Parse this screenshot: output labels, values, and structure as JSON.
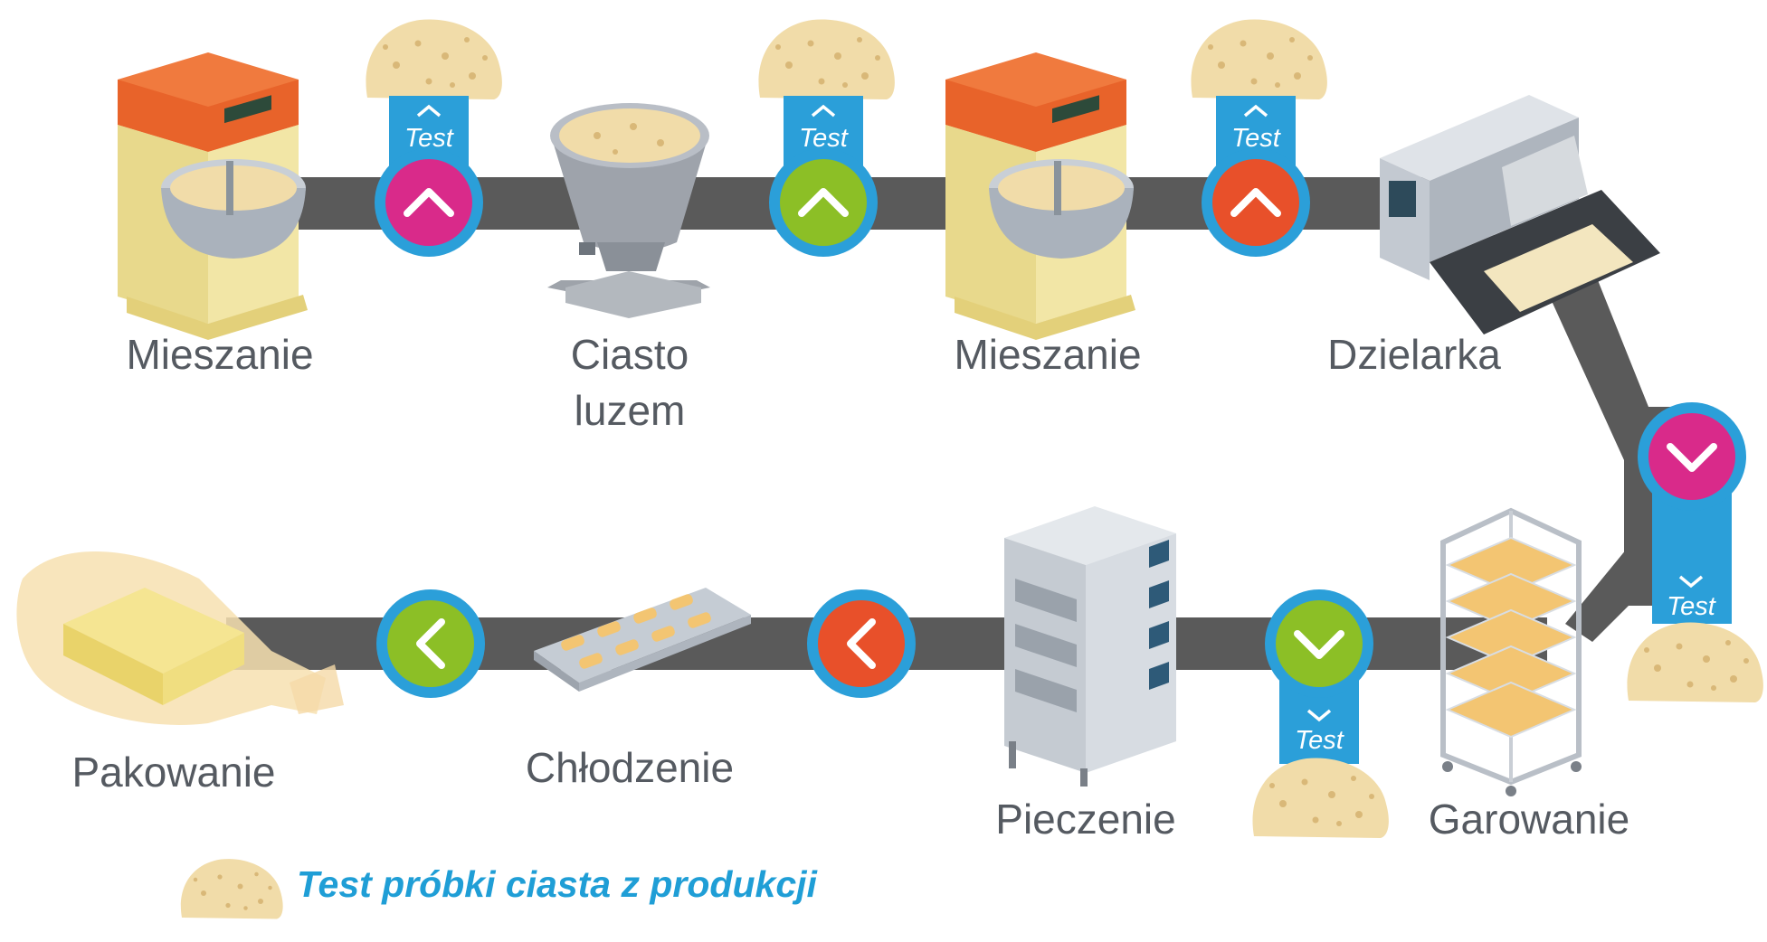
{
  "colors": {
    "belt": "#5a5a5a",
    "ring": "#2b9fd9",
    "tab": "#2b9fd9",
    "magenta": "#d92a8a",
    "green": "#8cbf26",
    "orange": "#e8502a",
    "dough": "#f1dca9",
    "label": "#555a61",
    "legend": "#1f9ed6"
  },
  "stations": [
    {
      "id": "mieszanie-1",
      "label": "Mieszanie",
      "icon": "mixer-machine-icon"
    },
    {
      "id": "ciasto-luzem",
      "label": "Ciasto",
      "label2": "luzem",
      "icon": "dough-bowl-icon"
    },
    {
      "id": "mieszanie-2",
      "label": "Mieszanie",
      "icon": "mixer-machine-icon"
    },
    {
      "id": "dzielarka",
      "label": "Dzielarka",
      "icon": "divider-machine-icon"
    },
    {
      "id": "garowanie",
      "label": "Garowanie",
      "icon": "proofing-rack-icon"
    },
    {
      "id": "pieczenie",
      "label": "Pieczenie",
      "icon": "oven-icon"
    },
    {
      "id": "chlodzenie",
      "label": "Chłodzenie",
      "icon": "cooling-tray-icon"
    },
    {
      "id": "pakowanie",
      "label": "Pakowanie",
      "icon": "bread-bag-icon"
    }
  ],
  "checkpoints": [
    {
      "id": "cp1",
      "color": "magenta",
      "arrow": "up",
      "test_label": "Test"
    },
    {
      "id": "cp2",
      "color": "green",
      "arrow": "up",
      "test_label": "Test"
    },
    {
      "id": "cp3",
      "color": "orange",
      "arrow": "up",
      "test_label": "Test"
    },
    {
      "id": "cp4",
      "color": "magenta",
      "arrow": "down",
      "test_label": "Test"
    },
    {
      "id": "cp5",
      "color": "green",
      "arrow": "down",
      "test_label": "Test"
    },
    {
      "id": "cp6",
      "color": "orange",
      "arrow": "left"
    },
    {
      "id": "cp7",
      "color": "green",
      "arrow": "left"
    }
  ],
  "legend": {
    "text": "Test próbki ciasta z produkcji",
    "icon": "dough-sample-icon"
  }
}
